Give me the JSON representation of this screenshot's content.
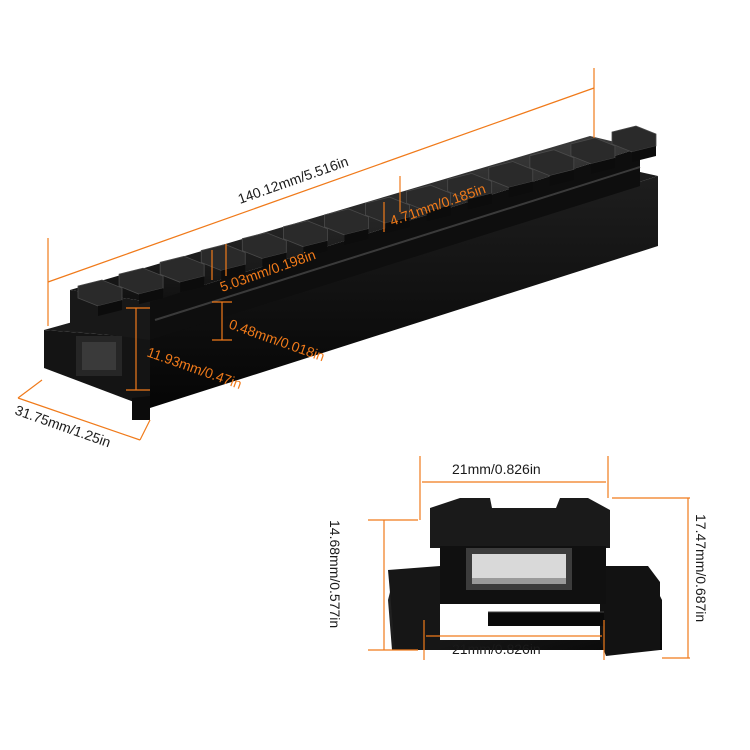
{
  "accent": "#f07a1a",
  "product_color": "#111111",
  "dimensions": {
    "length": "140.12mm/5.516in",
    "slot_spacing": "4.71mm/0.185in",
    "slot_width": "5.03mm/0.198in",
    "slot_depth": "0.48mm/0.018in",
    "rail_height": "11.93mm/0.47in",
    "base_width": "31.75mm/1.25in",
    "end_top_width": "21mm/0.826in",
    "end_bottom_width": "21mm/0.826in",
    "end_left_height": "14.68mm/0.577in",
    "end_right_height": "17.47mm/0.687in"
  }
}
